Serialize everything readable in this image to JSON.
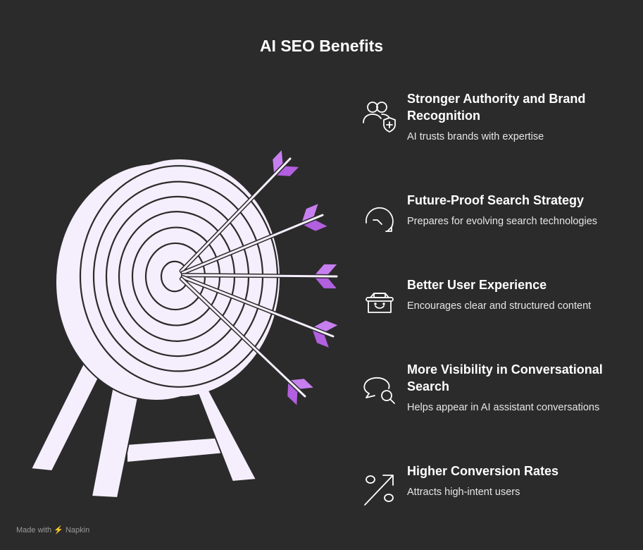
{
  "title": "AI SEO Benefits",
  "items": [
    {
      "heading": "Stronger Authority and Brand Recognition",
      "text": "AI trusts brands with expertise",
      "icon": "users-shield-icon"
    },
    {
      "heading": "Future-Proof Search Strategy",
      "text": "Prepares for evolving search technologies",
      "icon": "rotate-arrow-icon"
    },
    {
      "heading": "Better User Experience",
      "text": "Encourages clear and structured content",
      "icon": "smiling-basket-icon"
    },
    {
      "heading": "More Visibility in Conversational Search",
      "text": "Helps appear in AI assistant conversations",
      "icon": "chat-search-icon"
    },
    {
      "heading": "Higher Conversion Rates",
      "text": "Attracts high-intent users",
      "icon": "percent-arrow-icon"
    }
  ],
  "footer": {
    "made_with": "Made with",
    "brand": "Napkin"
  },
  "colors": {
    "background": "#2b2b2b",
    "target": "#f5eefc",
    "fletching": "#c77ff0"
  }
}
